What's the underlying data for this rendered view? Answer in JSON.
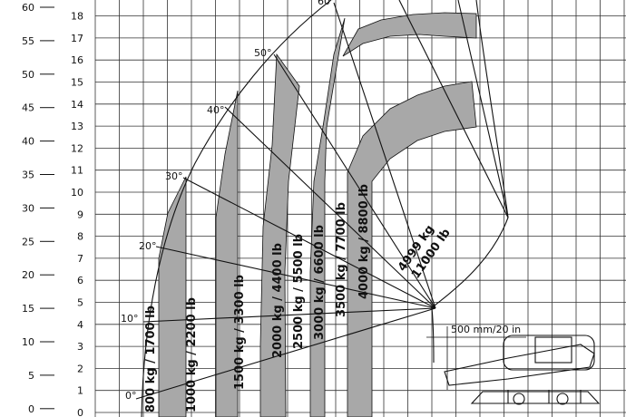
{
  "ft_ticks": [
    "60",
    "55",
    "50",
    "45",
    "40",
    "35",
    "30",
    "25",
    "20",
    "15",
    "10",
    "5",
    "0"
  ],
  "m_ticks": [
    "18",
    "17",
    "16",
    "15",
    "14",
    "13",
    "12",
    "11",
    "10",
    "9",
    "8",
    "7",
    "6",
    "5",
    "4",
    "3",
    "2",
    "1",
    "0"
  ],
  "angles": [
    "60°",
    "50°",
    "40°",
    "30°",
    "20°",
    "10°",
    "0°"
  ],
  "load_labels": [
    "800 kg / 1700 lb",
    "1000 kg / 2200 lb",
    "1500 kg / 3300 lb",
    "2000 kg / 4400 lb",
    "2500 kg / 5500 lb",
    "3000 kg / 6600 lb",
    "3500 kg / 7700 lb",
    "4000 kg / 8800 lb"
  ],
  "load_label_outer": [
    "4999 kg",
    "11000 lb"
  ],
  "clearance_note": "500 mm/20 in",
  "colors": {
    "band": "#a8a8a8",
    "grid": "#333333",
    "line": "#111111"
  }
}
